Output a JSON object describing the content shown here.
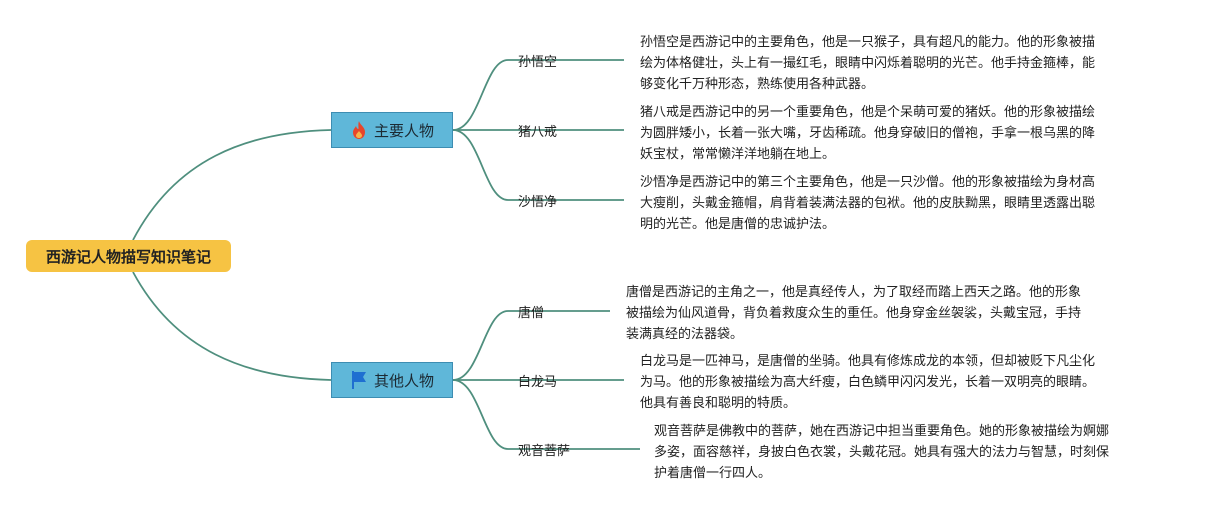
{
  "root": {
    "title": "西游记人物描写知识笔记"
  },
  "branches": [
    {
      "label": "主要人物",
      "icon": "fire-icon",
      "children": [
        {
          "name": "孙悟空",
          "desc": [
            "孙悟空是西游记中的主要角色，他是一只猴子，具有超凡的能力。他的形象被描",
            "绘为体格健壮，头上有一撮红毛，眼睛中闪烁着聪明的光芒。他手持金箍棒，能",
            "够变化千万种形态，熟练使用各种武器。"
          ]
        },
        {
          "name": "猪八戒",
          "desc": [
            "猪八戒是西游记中的另一个重要角色，他是个呆萌可爱的猪妖。他的形象被描绘",
            "为圆胖矮小，长着一张大嘴，牙齿稀疏。他身穿破旧的僧袍，手拿一根乌黑的降",
            "妖宝杖，常常懒洋洋地躺在地上。"
          ]
        },
        {
          "name": "沙悟净",
          "desc": [
            "沙悟净是西游记中的第三个主要角色，他是一只沙僧。他的形象被描绘为身材高",
            "大瘦削，头戴金箍帽，肩背着装满法器的包袱。他的皮肤黝黑，眼睛里透露出聪",
            "明的光芒。他是唐僧的忠诚护法。"
          ]
        }
      ]
    },
    {
      "label": "其他人物",
      "icon": "flag-icon",
      "children": [
        {
          "name": "唐僧",
          "desc": [
            "唐僧是西游记的主角之一，他是真经传人，为了取经而踏上西天之路。他的形象",
            "被描绘为仙风道骨，背负着救度众生的重任。他身穿金丝袈裟，头戴宝冠，手持",
            "装满真经的法器袋。"
          ]
        },
        {
          "name": "白龙马",
          "desc": [
            "白龙马是一匹神马，是唐僧的坐骑。他具有修炼成龙的本领，但却被贬下凡尘化",
            "为马。他的形象被描绘为高大纤瘦，白色鳞甲闪闪发光，长着一双明亮的眼睛。",
            "他具有善良和聪明的特质。"
          ]
        },
        {
          "name": "观音菩萨",
          "desc": [
            "观音菩萨是佛教中的菩萨，她在西游记中担当重要角色。她的形象被描绘为婀娜",
            "多姿，面容慈祥，身披白色衣裳，头戴花冠。她具有强大的法力与智慧，时刻保",
            "护着唐僧一行四人。"
          ]
        }
      ]
    }
  ],
  "colors": {
    "root_fill": "#f6c343",
    "branch_fill": "#5fb7d9",
    "line": "#4f8f7e",
    "fire": "#e8452c",
    "flag": "#1f6fd1"
  }
}
